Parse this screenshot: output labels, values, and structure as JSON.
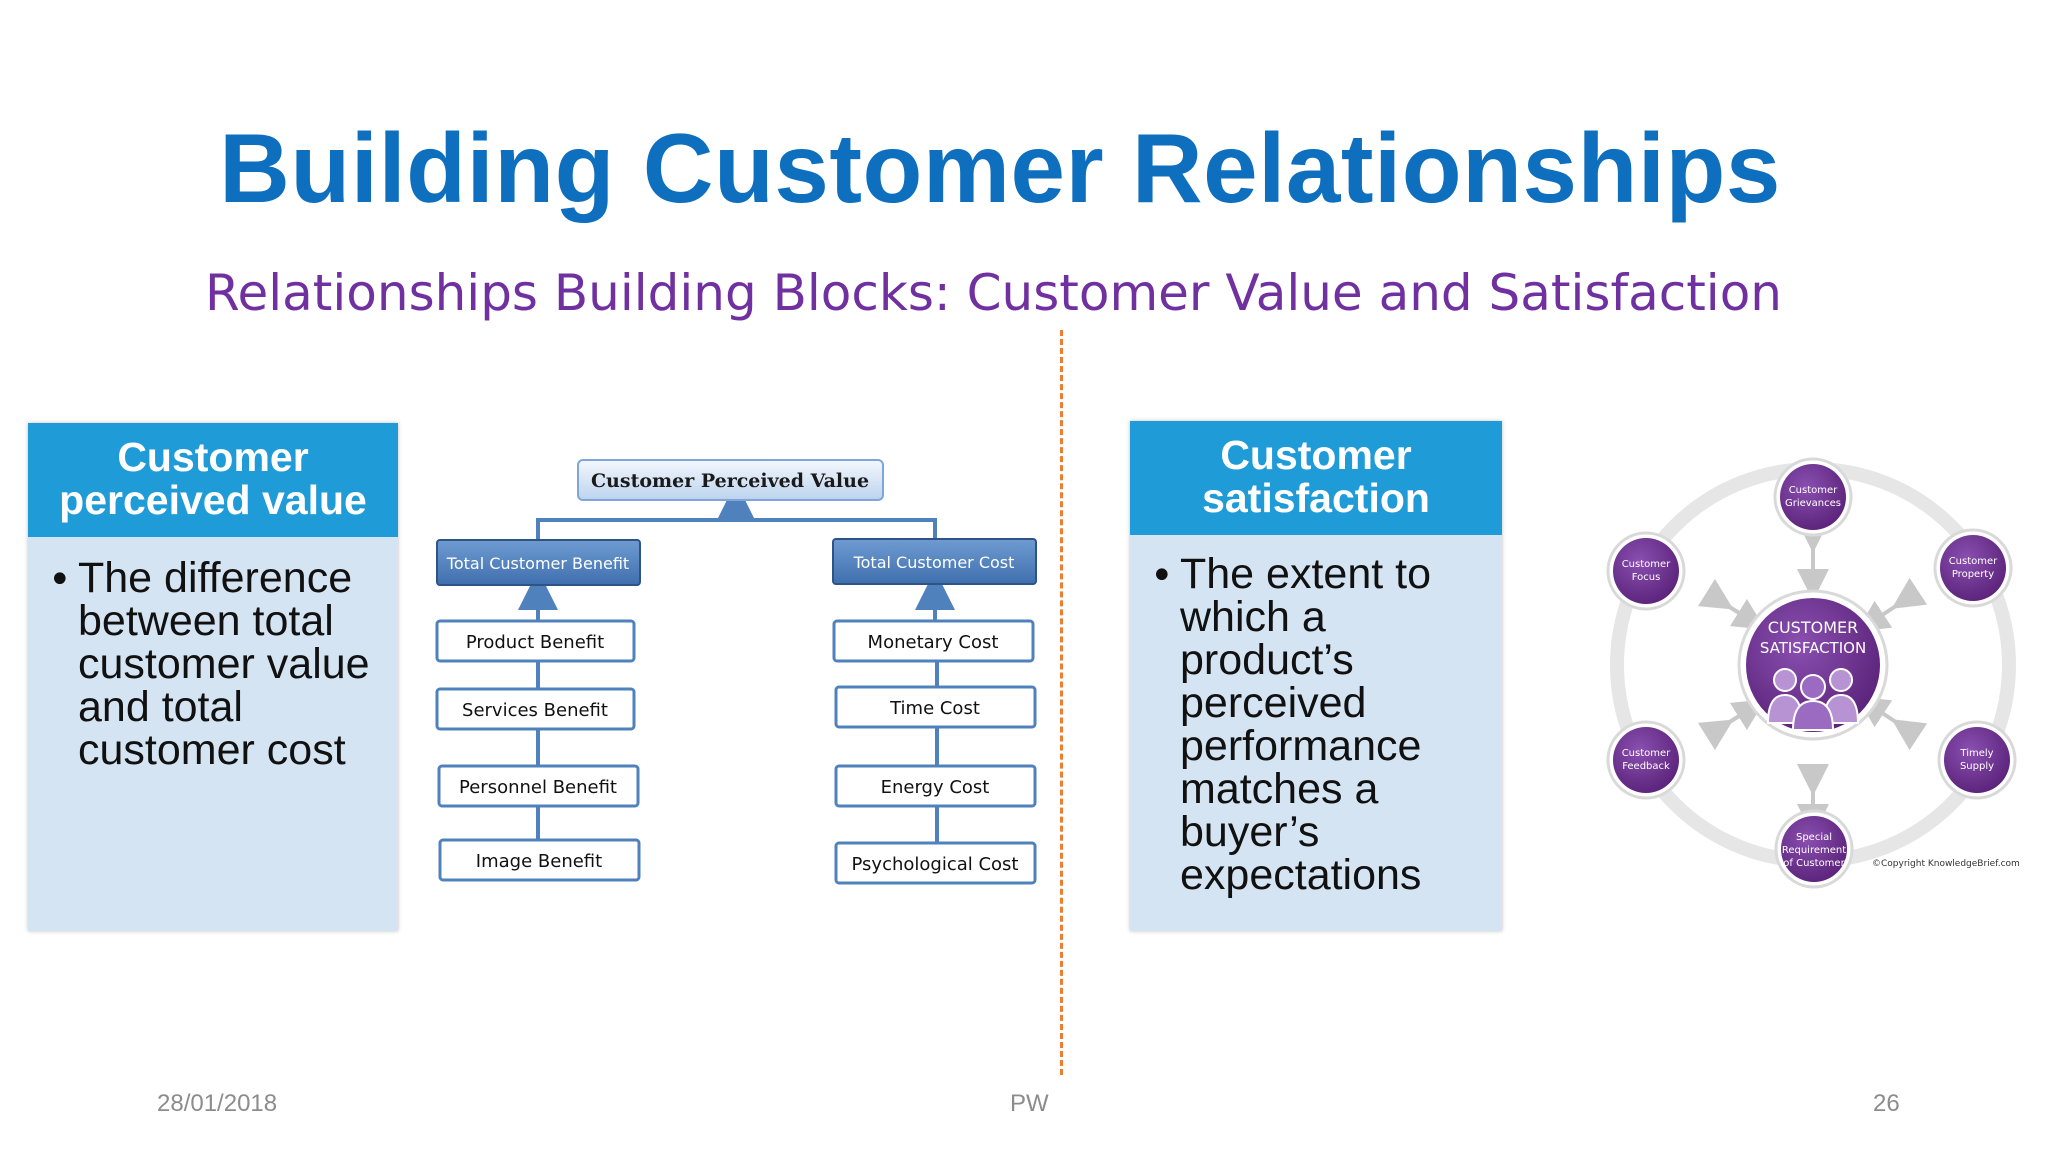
{
  "slide": {
    "title": "Building Customer Relationships",
    "subtitle": "Relationships Building Blocks: Customer Value and Satisfaction",
    "footer": {
      "date": "28/01/2018",
      "center": "PW",
      "page": "26"
    }
  },
  "left_panel": {
    "heading_line1": "Customer",
    "heading_line2": "perceived value",
    "bullet_lines": [
      "The difference",
      "between total",
      "customer value",
      "and total",
      "customer cost"
    ]
  },
  "value_tree": {
    "root": "Customer Perceived Value",
    "benefit_header": "Total Customer Benefit",
    "cost_header": "Total Customer Cost",
    "benefits": [
      "Product Benefit",
      "Services Benefit",
      "Personnel Benefit",
      "Image Benefit"
    ],
    "costs": [
      "Monetary Cost",
      "Time Cost",
      "Energy Cost",
      "Psychological Cost"
    ]
  },
  "right_panel": {
    "heading_line1": "Customer",
    "heading_line2": "satisfaction",
    "bullet_lines": [
      "The extent to",
      "which a",
      "product’s",
      "perceived",
      "performance",
      "matches a",
      "buyer’s",
      "expectations"
    ]
  },
  "satisfaction_diagram": {
    "center_line1": "CUSTOMER",
    "center_line2": "SATISFACTION",
    "nodes": [
      {
        "lines": [
          "Customer",
          "Grievances"
        ]
      },
      {
        "lines": [
          "Customer",
          "Property"
        ]
      },
      {
        "lines": [
          "Timely",
          "Supply"
        ]
      },
      {
        "lines": [
          "Special",
          "Requirement",
          "of Customer"
        ]
      },
      {
        "lines": [
          "Customer",
          "Feedback"
        ]
      },
      {
        "lines": [
          "Customer",
          "Focus"
        ]
      }
    ],
    "copyright": "©Copyright KnowledgeBrief.com"
  },
  "colors": {
    "title": "#0f6fbf",
    "subtitle": "#7030a0",
    "panel_header": "#1f9bd7",
    "panel_body": "#d5e4f2",
    "divider": "#ed7d31",
    "node_purple": "#6b2f8e",
    "tree_header": "#4f81bd"
  }
}
